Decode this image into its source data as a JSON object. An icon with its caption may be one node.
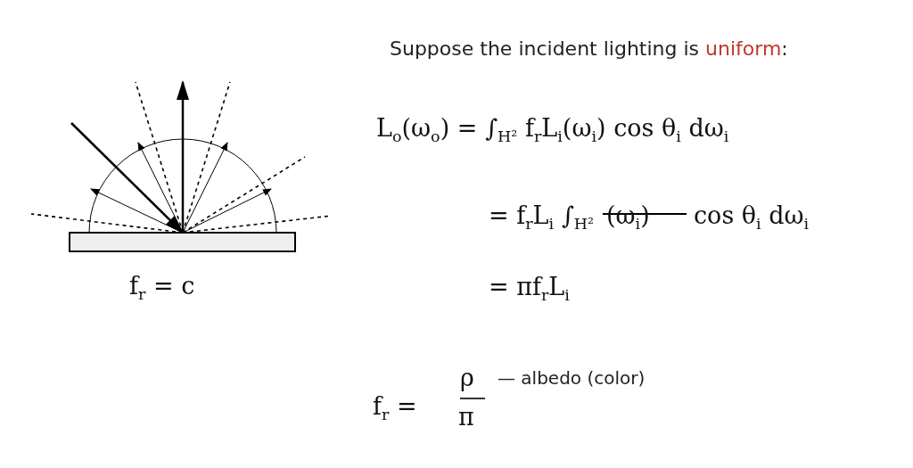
{
  "diagram": {
    "title": "Suppose the incident lighting is *uniform*:",
    "labels": [
      "L$_{o}$(ω$_{o}$) = ∫$_{H²}$ f$_{r}$L$_{i}$(ω$_{i}$) cos θ$_{i}$ dω$_{i}$",
      "= f$_{r}$L$_{i}$ ∫$_{H²}$",
      "(ω$_{i}$)",
      "cos θ$_{i}$ dω$_{i}$",
      "f$_{r}$ = c",
      "= πf$_{r}$L$_{i}$",
      "f$_{r}$ =",
      "ρ",
      "π",
      "— albedo (color)"
    ]
  }
}
